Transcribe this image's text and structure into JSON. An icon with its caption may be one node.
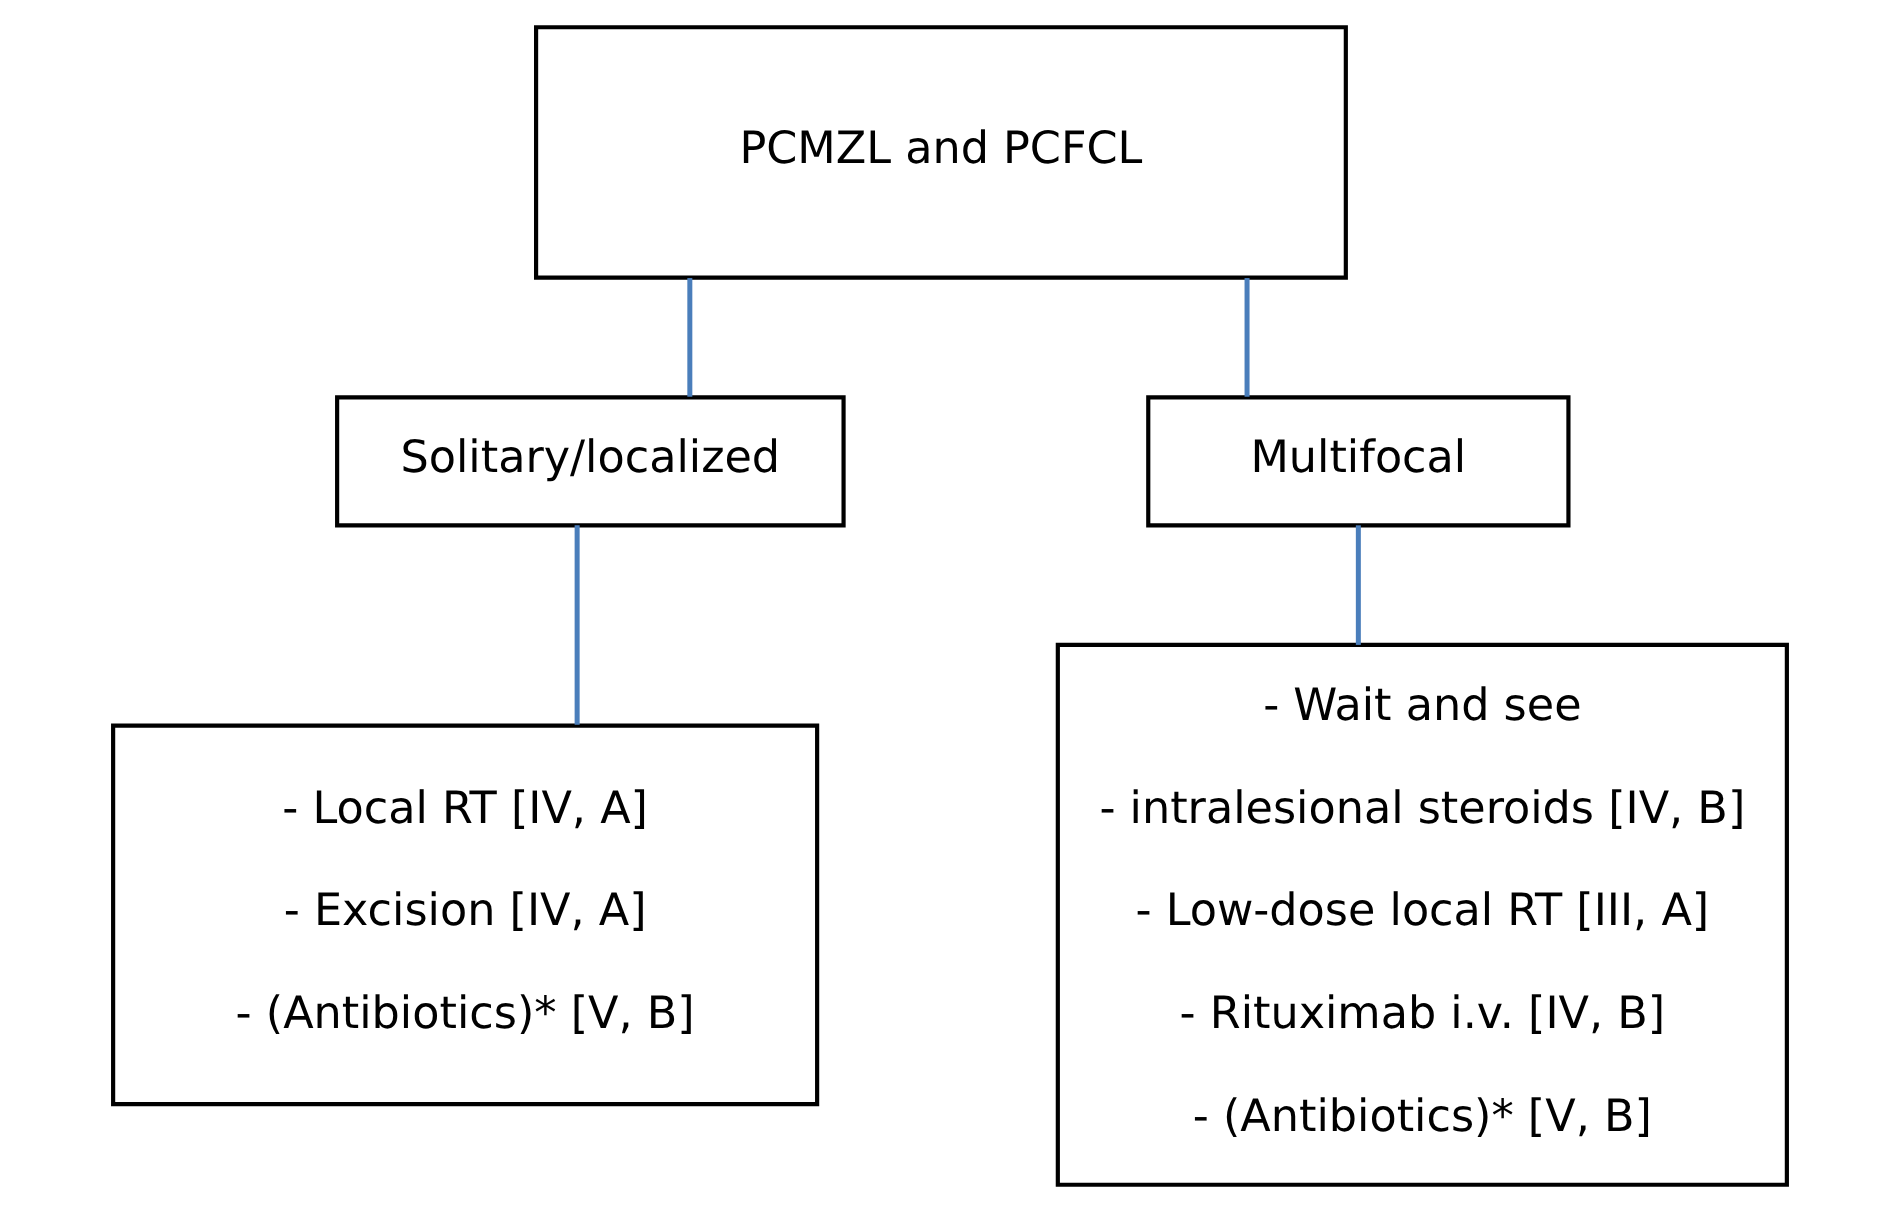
{
  "diagram": {
    "nodes": [
      {
        "text": [
          "PCMZL and PCFCL"
        ]
      },
      {
        "text": [
          "Solitary/localized"
        ]
      },
      {
        "text": [
          "Multifocal"
        ]
      },
      {
        "text": [
          "- Local RT [IV, A]",
          "- Excision [IV, A]",
          "- (Antibiotics)* [V, B]"
        ]
      },
      {
        "text": [
          "- Wait and see",
          "- intralesional steroids [IV, B]",
          "- Low-dose local RT [III, A]",
          "- Rituximab i.v. [IV, B]",
          "- (Antibiotics)* [V, B]"
        ]
      }
    ],
    "edges": [
      {
        "from": 0,
        "to": 1,
        "arrow": "none"
      },
      {
        "from": 0,
        "to": 2,
        "arrow": "none"
      },
      {
        "from": 1,
        "to": 3,
        "arrow": "none"
      },
      {
        "from": 2,
        "to": 4,
        "arrow": "none"
      }
    ]
  }
}
